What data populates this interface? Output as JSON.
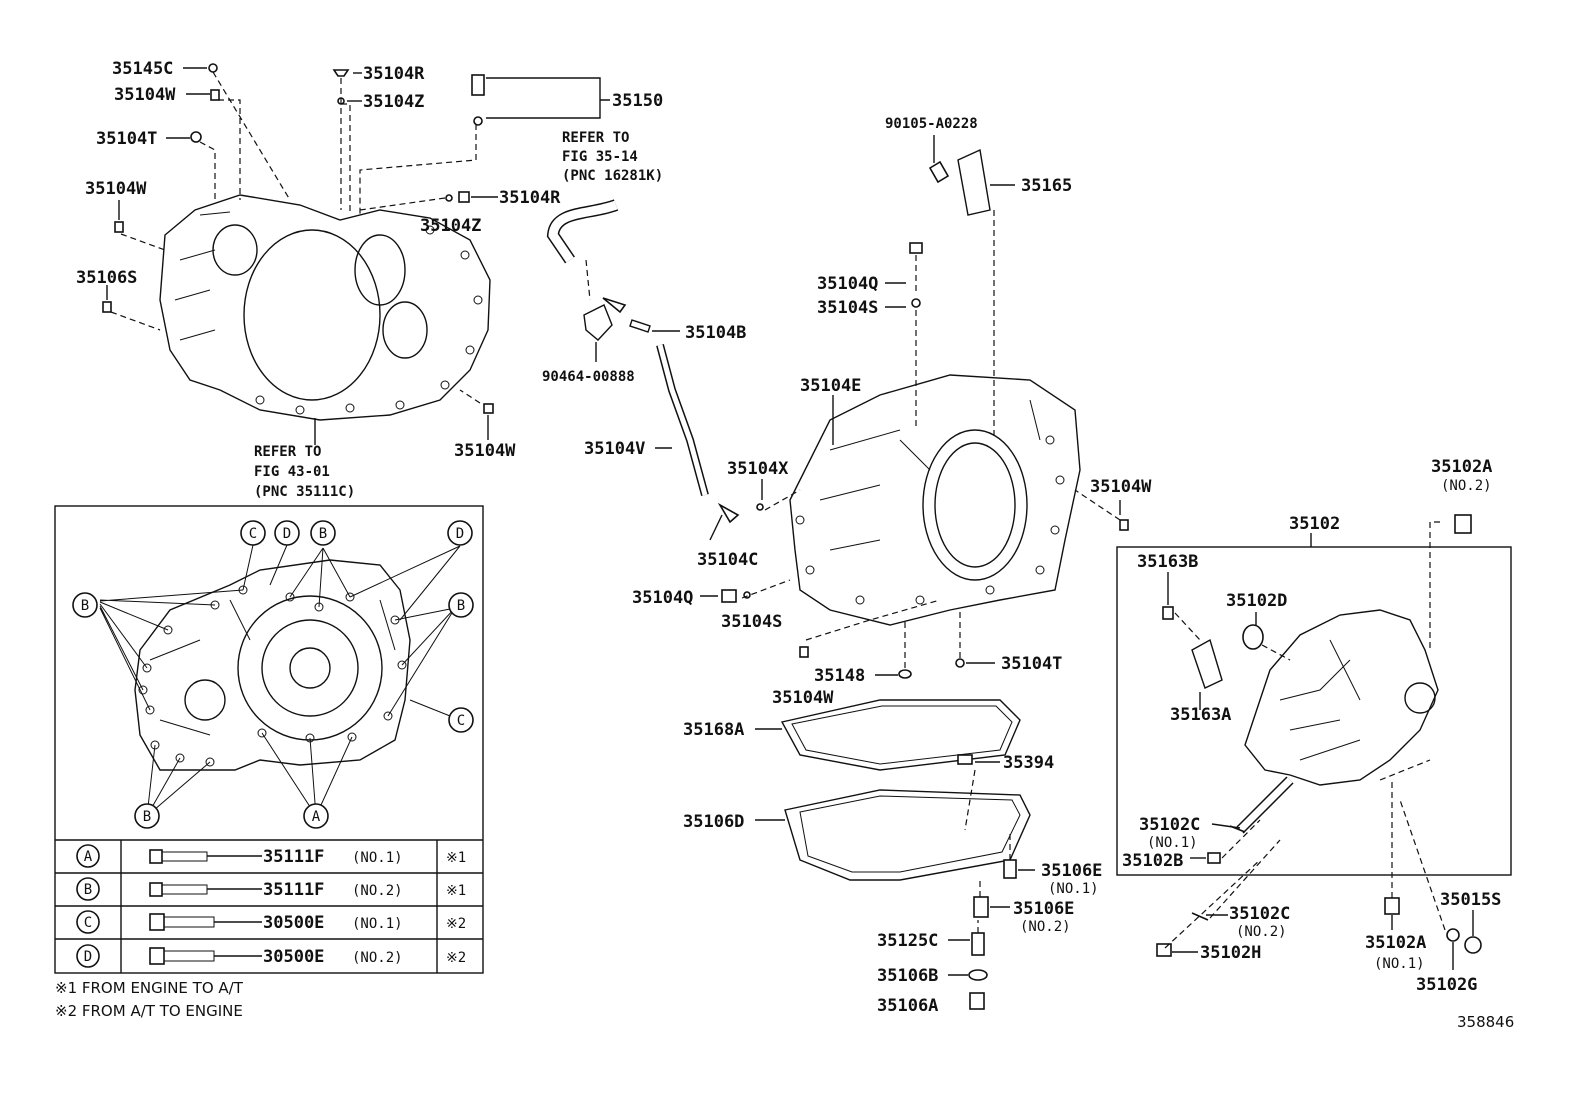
{
  "labels": {
    "p35145C": "35145C",
    "p35104W_a": "35104W",
    "p35104T_a": "35104T",
    "p35104W_b": "35104W",
    "p35106S": "35106S",
    "p35104R_a": "35104R",
    "p35104Z_a": "35104Z",
    "p35150": "35150",
    "p35104R_b": "35104R",
    "p35104Z_b": "35104Z",
    "p35104W_c": "35104W",
    "p90105": "90105-A0228",
    "p35165": "35165",
    "p35104Q_a": "35104Q",
    "p35104S_a": "35104S",
    "p35104B": "35104B",
    "p90464": "90464-00888",
    "p35104E": "35104E",
    "p35104V": "35104V",
    "p35104X": "35104X",
    "p35104C": "35104C",
    "p35104W_d": "35104W",
    "p35104Q_b": "35104Q",
    "p35104S_b": "35104S",
    "p35148": "35148",
    "p35104T_b": "35104T",
    "p35104W_e": "35104W",
    "p35168A": "35168A",
    "p35394": "35394",
    "p35106D": "35106D",
    "p35106E_a": "35106E",
    "p35106E_a_no": "(NO.1)",
    "p35106E_b": "35106E",
    "p35106E_b_no": "(NO.2)",
    "p35125C": "35125C",
    "p35106B": "35106B",
    "p35106A": "35106A",
    "p35102A_a": "35102A",
    "p35102A_a_no": "(NO.2)",
    "p35102": "35102",
    "p35163B": "35163B",
    "p35102D": "35102D",
    "p35163A": "35163A",
    "p35102C_a": "35102C",
    "p35102C_a_no": "(NO.1)",
    "p35102B": "35102B",
    "p35102C_b": "35102C",
    "p35102C_b_no": "(NO.2)",
    "p35102H": "35102H",
    "p35102A_b": "35102A",
    "p35102A_b_no": "(NO.1)",
    "p35015S": "35015S",
    "p35102G": "35102G"
  },
  "refs": {
    "fig35": [
      "REFER TO",
      "FIG 35-14",
      "(PNC 16281K)"
    ],
    "fig43": [
      "REFER TO",
      "FIG 43-01",
      "(PNC 35111C)"
    ]
  },
  "inset": {
    "callouts": [
      "A",
      "B",
      "C",
      "D"
    ],
    "rows": [
      {
        "key": "A",
        "part": "35111F",
        "no": "(NO.1)",
        "mark": "※1"
      },
      {
        "key": "B",
        "part": "35111F",
        "no": "(NO.2)",
        "mark": "※1"
      },
      {
        "key": "C",
        "part": "30500E",
        "no": "(NO.1)",
        "mark": "※2"
      },
      {
        "key": "D",
        "part": "30500E",
        "no": "(NO.2)",
        "mark": "※2"
      }
    ]
  },
  "footnotes": [
    "※1 FROM ENGINE TO A/T",
    "※2 FROM A/T TO ENGINE"
  ],
  "diagram_id": "358846"
}
